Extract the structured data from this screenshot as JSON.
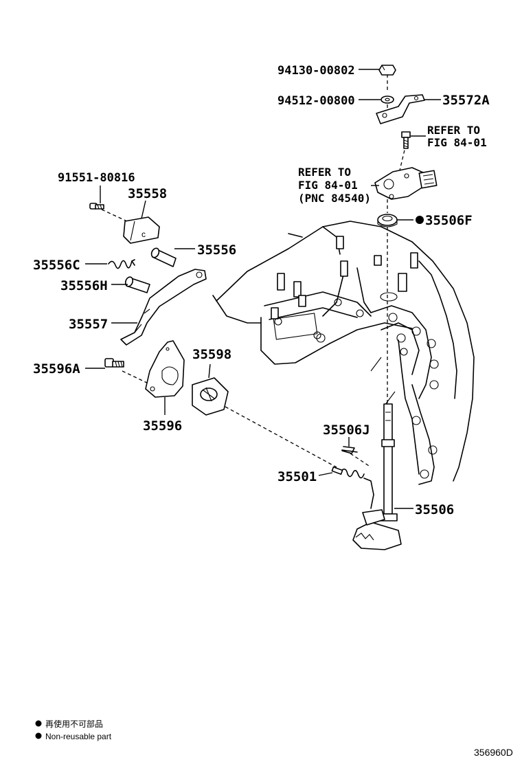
{
  "labels": {
    "p9413000802": "94130-00802",
    "p9451200800": "94512-00800",
    "p35572A": "35572A",
    "refer_to_1": "REFER TO",
    "fig_8401_1": "FIG 84-01",
    "refer_to_2": "REFER TO",
    "fig_8401_2": "FIG 84-01",
    "pnc_84540": "(PNC 84540)",
    "p35506F": "35506F",
    "p9155180816": "91551-80816",
    "p35558": "35558",
    "p35556": "35556",
    "p35556C": "35556C",
    "p35556H": "35556H",
    "p35557": "35557",
    "p35596A": "35596A",
    "p35598": "35598",
    "p35596": "35596",
    "p35506J": "35506J",
    "p35501": "35501",
    "p35506": "35506"
  },
  "legend": {
    "jp_text": "再使用不可部品",
    "en_text": "Non-reusable part"
  },
  "figure_number": "356960D"
}
